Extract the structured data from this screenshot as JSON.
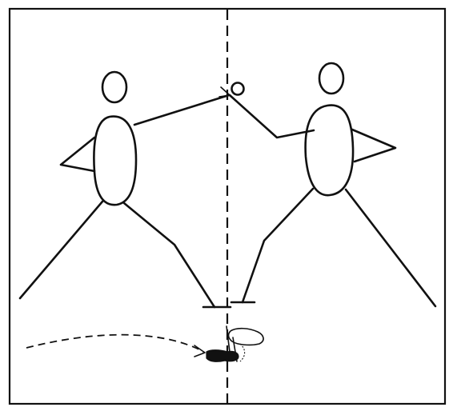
{
  "diagram": {
    "figures": [
      "left-player",
      "right-player"
    ],
    "ball": "ball",
    "center_line": "dashed-center-line",
    "movement_path": "dashed-arrow-path",
    "feet": [
      "solid-foot",
      "outline-foot"
    ]
  }
}
